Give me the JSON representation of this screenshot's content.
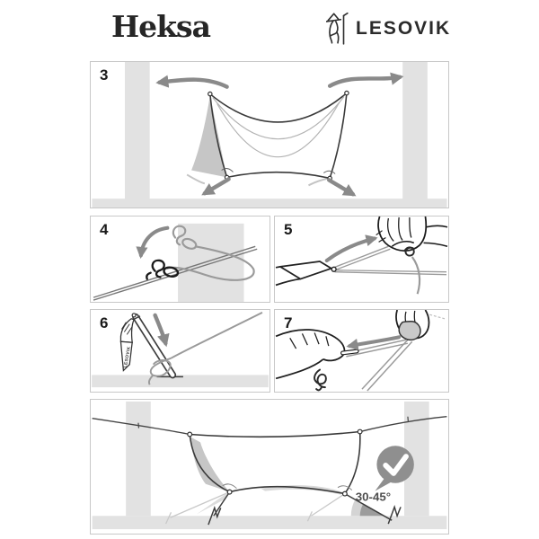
{
  "header": {
    "product_name": "Heksa",
    "brand": "LESOVIK",
    "logo_icon": "hiker-logo-icon"
  },
  "steps": {
    "step3": {
      "number": "3"
    },
    "step4": {
      "number": "4"
    },
    "step5": {
      "number": "5"
    },
    "step6": {
      "number": "6",
      "strap_text": "LESOVIK"
    },
    "step7": {
      "number": "7"
    },
    "result": {
      "angle_label": "30-45°",
      "status_icon": "check-icon"
    }
  },
  "colors": {
    "line_dark": "#2f2f2f",
    "rope_gray": "#9a9a9a",
    "arrow_gray": "#8a8a8a",
    "fill_light": "#e2e2e2",
    "shade_gray": "#c6c6c6",
    "badge_gray": "#8f8f8f",
    "panel_border": "#c8c8c8",
    "angle_text_color": "#4f4f4f"
  }
}
